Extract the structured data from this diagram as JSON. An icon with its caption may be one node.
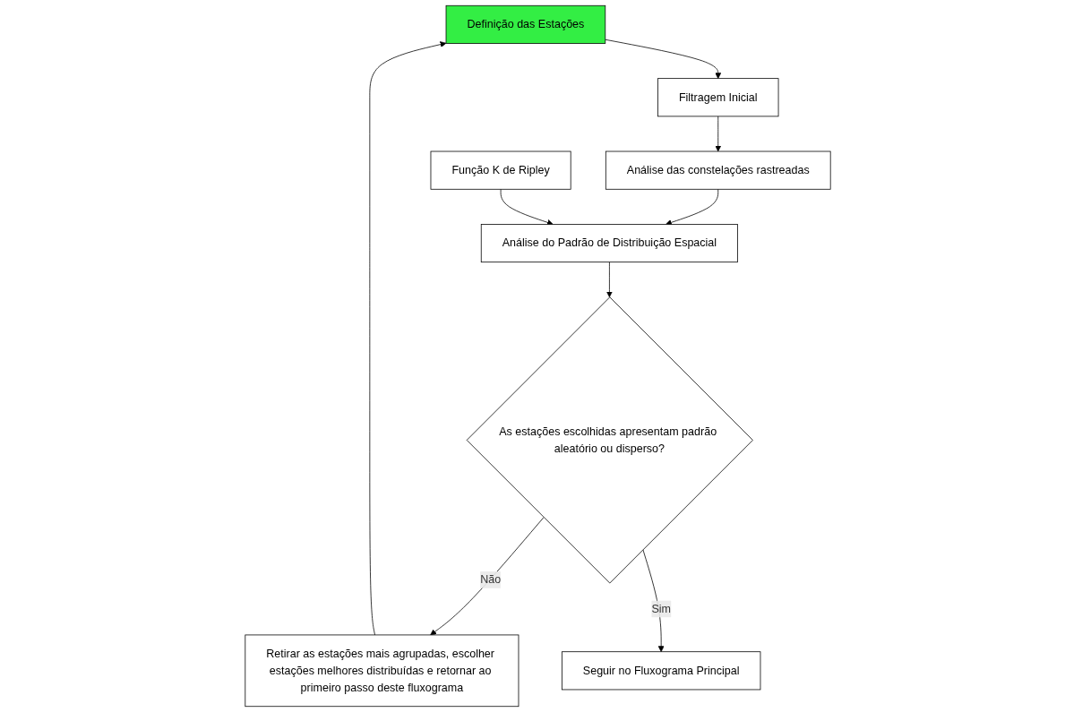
{
  "diagram": {
    "nodes": [
      {
        "text": [
          "Definição das Estações"
        ]
      },
      {
        "text": [
          "Filtragem Inicial"
        ]
      },
      {
        "text": [
          "Análise das constelações rastreadas"
        ]
      },
      {
        "text": [
          "Função K de Ripley"
        ]
      },
      {
        "text": [
          "Análise do Padrão de Distribuição Espacial"
        ]
      },
      {
        "text": [
          "As estações escolhidas apresentam padrão aleatório ou disperso?"
        ]
      },
      {
        "text": [
          "Retirar as estações mais agrupadas, escolher estações melhores distribuídas e retornar ao primeiro passo deste fluxograma"
        ]
      },
      {
        "text": [
          "Seguir no Fluxograma Principal"
        ]
      }
    ],
    "edges": [
      {
        "from": 0,
        "to": 1,
        "arrow": "to"
      },
      {
        "from": 1,
        "to": 2,
        "arrow": "to"
      },
      {
        "from": 2,
        "to": 4,
        "arrow": "to"
      },
      {
        "from": 3,
        "to": 4,
        "arrow": "to"
      },
      {
        "from": 4,
        "to": 5,
        "arrow": "to"
      },
      {
        "from": 5,
        "to": 6,
        "arrow": "to",
        "label": "Não"
      },
      {
        "from": 5,
        "to": 7,
        "arrow": "to",
        "label": "Sim"
      },
      {
        "from": 6,
        "to": 0,
        "arrow": "to"
      }
    ]
  }
}
